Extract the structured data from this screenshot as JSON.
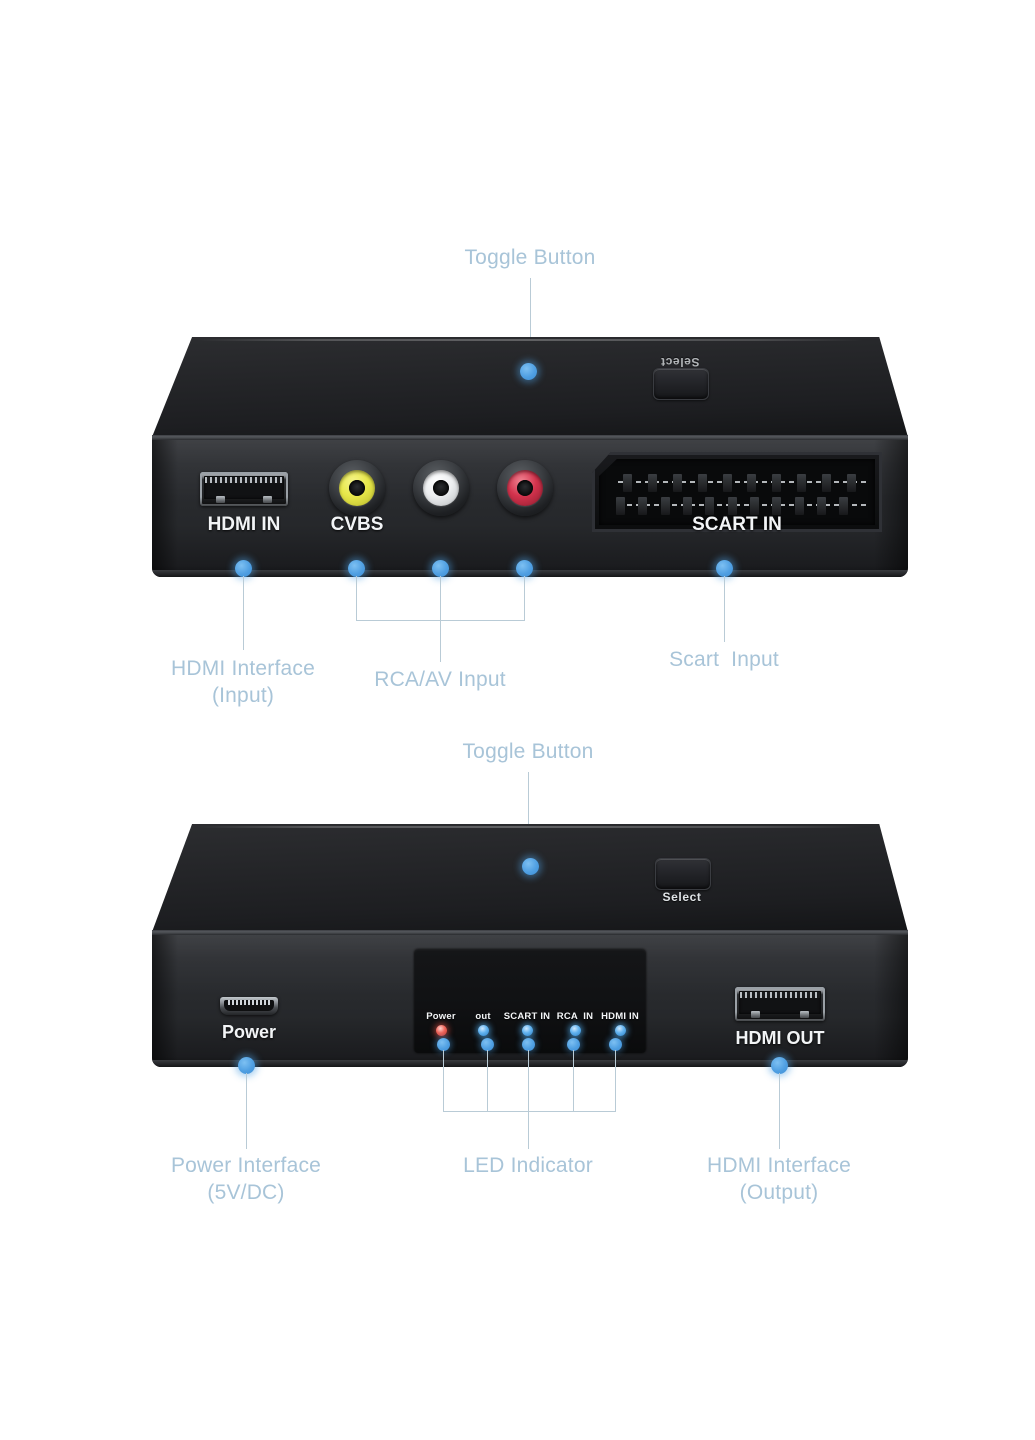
{
  "page": {
    "background_color": "#ffffff",
    "annotation_color": "#a8c4d8",
    "leader_line_color": "#b9cbd6",
    "marker_dot_color": "#4d9fe3"
  },
  "devices": [
    {
      "id": "input-side",
      "view": "rear-input-panel",
      "toggle_button": {
        "label": "Select",
        "annotation": "Toggle Button"
      },
      "ports": [
        {
          "name": "hdmi-in",
          "label": "HDMI IN",
          "type": "hdmi"
        },
        {
          "name": "cvbs",
          "label": "CVBS",
          "type": "rca",
          "color": "#e8e84a"
        },
        {
          "name": "audio-l",
          "label": "",
          "type": "rca",
          "color": "#f4f5f6"
        },
        {
          "name": "audio-r",
          "label": "",
          "type": "rca",
          "color": "#d4334d"
        },
        {
          "name": "scart-in",
          "label": "SCART IN",
          "type": "scart"
        }
      ],
      "annotations": [
        {
          "name": "hdmi-interface-input",
          "text": "HDMI Interface\n(Input)"
        },
        {
          "name": "rca-av-input",
          "text": "RCA/AV Input"
        },
        {
          "name": "scart-input",
          "text": "Scart  Input"
        }
      ]
    },
    {
      "id": "output-side",
      "view": "front-output-panel",
      "toggle_button": {
        "label": "Select",
        "annotation": "Toggle Button"
      },
      "ports": [
        {
          "name": "power",
          "label": "Power",
          "type": "micro-usb"
        },
        {
          "name": "hdmi-out",
          "label": "HDMI OUT",
          "type": "hdmi"
        }
      ],
      "leds": [
        {
          "name": "led-power",
          "label": "Power",
          "color": "red"
        },
        {
          "name": "led-out",
          "label": "out",
          "color": "blue"
        },
        {
          "name": "led-scart-in",
          "label": "SCART IN",
          "color": "blue"
        },
        {
          "name": "led-rca-in",
          "label": "RCA  IN",
          "color": "blue"
        },
        {
          "name": "led-hdmi-in",
          "label": "HDMI IN",
          "color": "blue"
        }
      ],
      "annotations": [
        {
          "name": "power-interface",
          "text": "Power Interface\n(5V/DC)"
        },
        {
          "name": "led-indicator",
          "text": "LED Indicator"
        },
        {
          "name": "hdmi-interface-output",
          "text": "HDMI Interface\n(Output)"
        }
      ]
    }
  ]
}
